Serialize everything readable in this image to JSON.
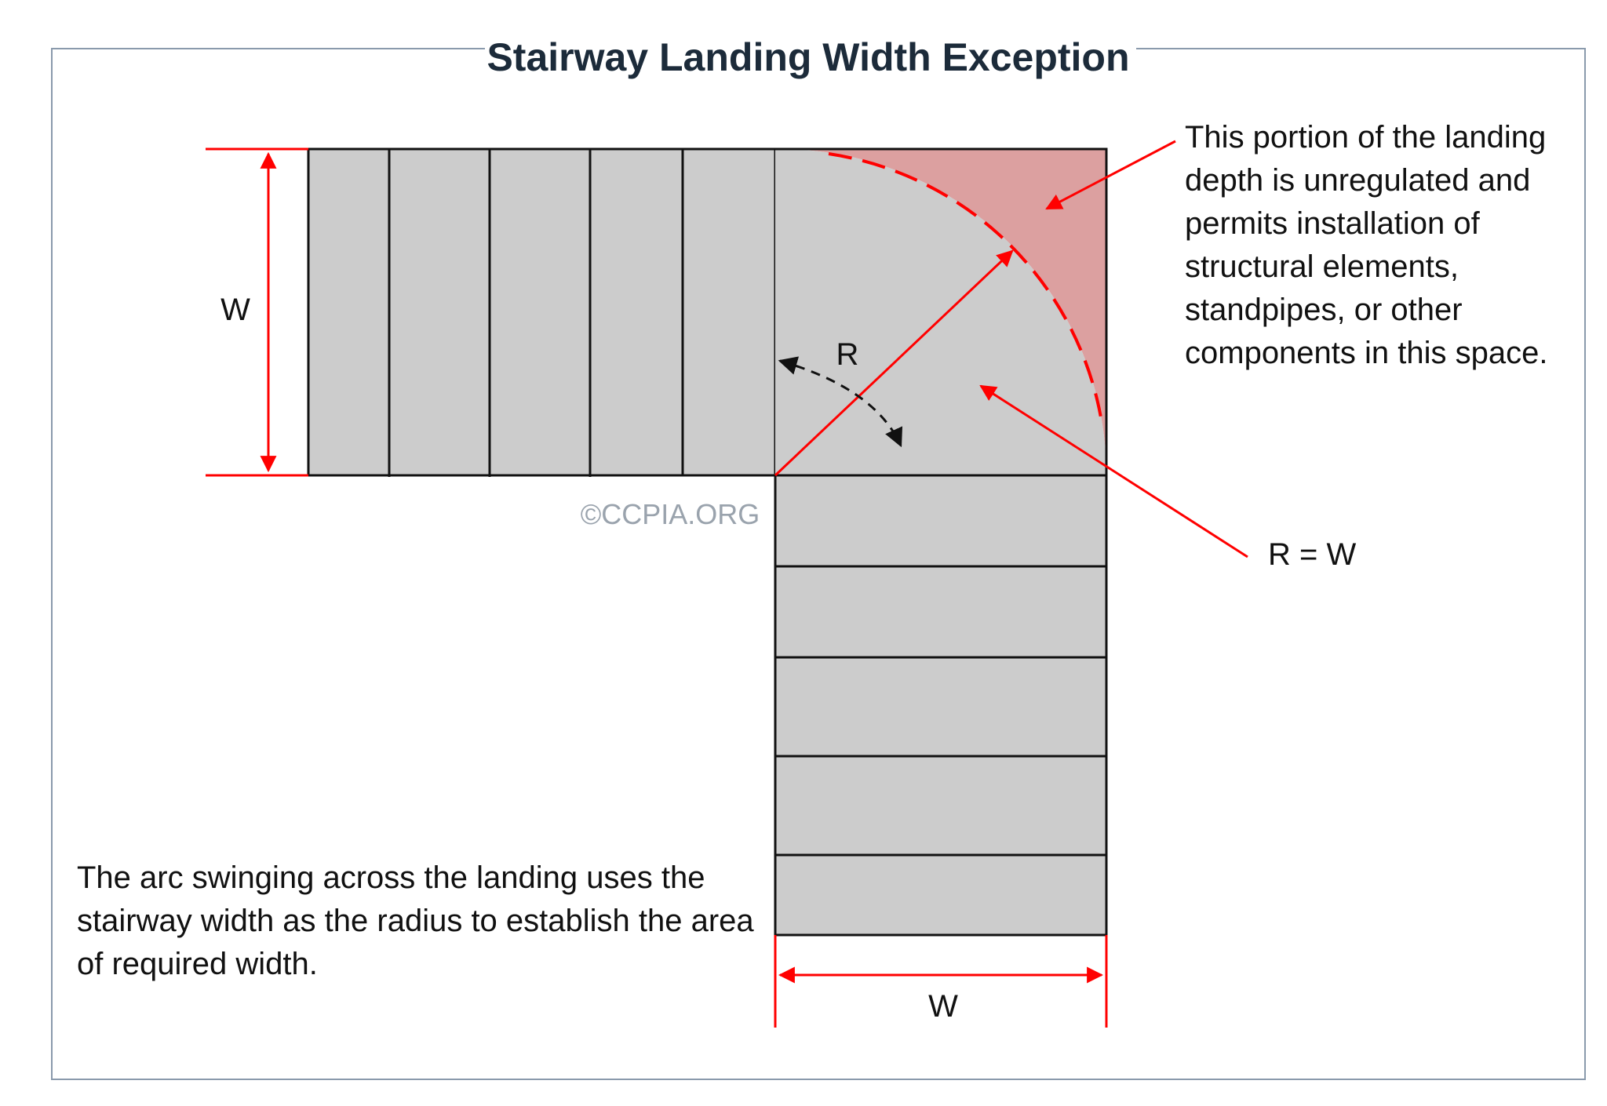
{
  "title": "Stairway Landing Width Exception",
  "labels": {
    "left_width": "W",
    "bottom_width": "W",
    "radius": "R",
    "radius_equals_width": "R = W",
    "watermark": "©CCPIA.ORG"
  },
  "callout_right": [
    "This portion of the landing",
    "depth is unregulated and",
    "permits installation of",
    "structural elements,",
    "standpipes, or other",
    "components in this space."
  ],
  "callout_bottom": [
    "The arc swinging across the landing uses the",
    "stairway width as the radius to establish the area",
    "of required width."
  ],
  "colors": {
    "frame": "#8a9aac",
    "title": "#1c2b3a",
    "stair_fill": "#cccccc",
    "unregulated_fill": "#dca0a0",
    "annotation_red": "#ff0000",
    "line": "#111111"
  }
}
